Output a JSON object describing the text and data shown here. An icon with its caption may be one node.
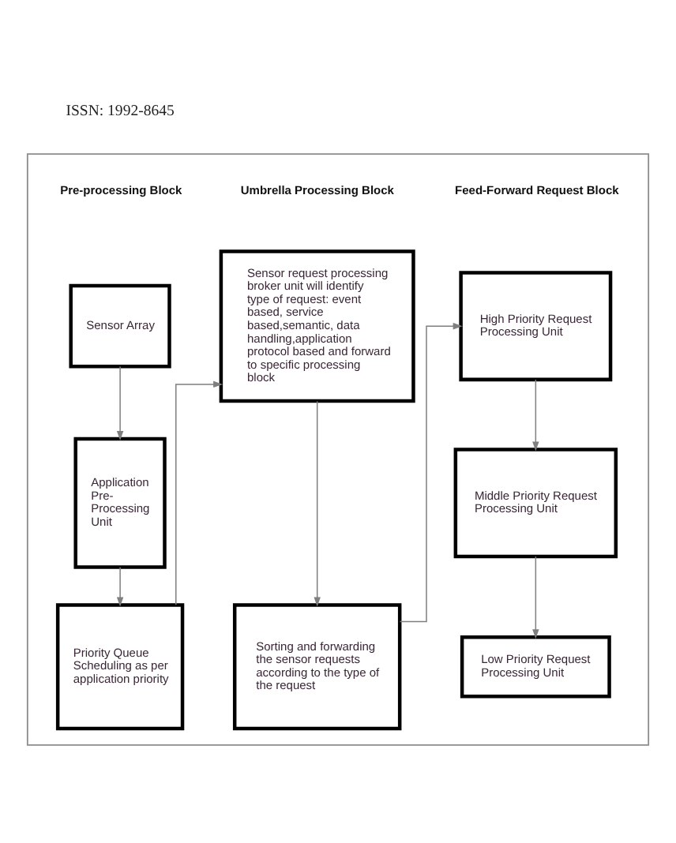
{
  "diagram": {
    "nodes": [
      {
        "text": [],
        "shape": "box"
      },
      {
        "text": [
          "Sensor Array"
        ],
        "in": 0
      },
      {
        "text": [
          "Application Pre- Processing Unit"
        ],
        "in": 0
      },
      {
        "text": [
          "Priority Queue Scheduling as per application priority"
        ],
        "in": 0
      },
      {
        "text": [
          "Sensor request processing broker unit will identify type of request: event based, service based,semantic, data handling,application protocol based and forward to specific processing block"
        ],
        "in": 0
      },
      {
        "text": [
          "Sorting and forwarding the sensor requests according to the type of the request"
        ],
        "in": 0
      },
      {
        "text": [
          "High Priority Request Processing Unit"
        ],
        "in": 0
      },
      {
        "text": [
          "Middle Priority Request Processing Unit"
        ],
        "in": 0
      },
      {
        "text": [
          "Low Priority Request Processing Unit"
        ],
        "in": 0
      }
    ],
    "edges": [
      {
        "from": 1,
        "to": 2,
        "arrow": "to"
      },
      {
        "from": 2,
        "to": 3,
        "arrow": "to"
      },
      {
        "from": 3,
        "to": 4,
        "arrow": "to"
      },
      {
        "from": 4,
        "to": 5,
        "arrow": "to"
      },
      {
        "from": 5,
        "to": 6,
        "arrow": "to"
      },
      {
        "from": 6,
        "to": 7,
        "arrow": "to"
      },
      {
        "from": 7,
        "to": 8,
        "arrow": "to"
      }
    ],
    "labels": [
      "ISSN: 1992-8645",
      "Pre-processing Block",
      "Umbrella Processing Block",
      "Feed-Forward Request Block"
    ]
  }
}
